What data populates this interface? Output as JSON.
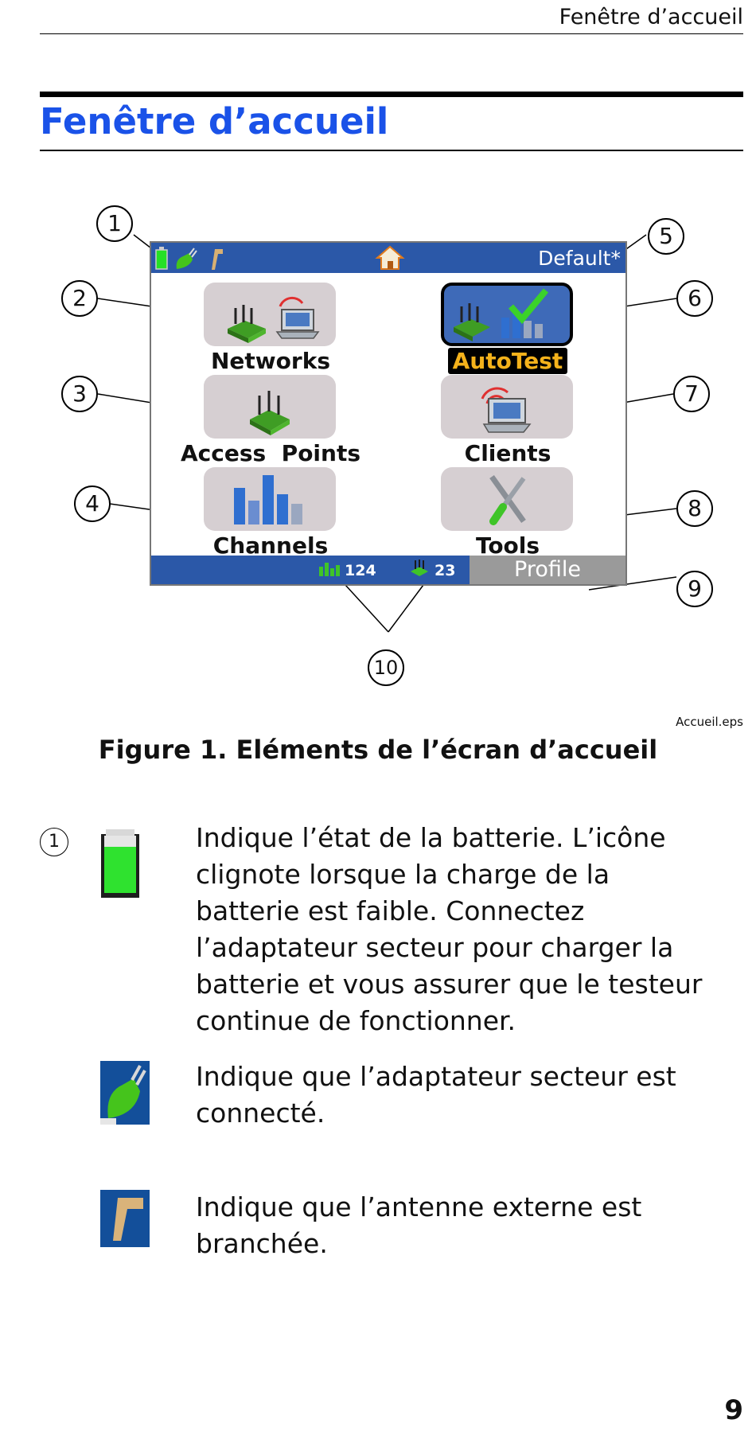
{
  "running_header": "Fenêtre d’accueil",
  "section_title": "Fenêtre d’accueil",
  "figure": {
    "screen": {
      "profile_name": "Default*",
      "tiles": [
        {
          "label": "Networks"
        },
        {
          "label": "AutoTest"
        },
        {
          "label": "Access  Points"
        },
        {
          "label": "Clients"
        },
        {
          "label": "Channels"
        },
        {
          "label": "Tools"
        }
      ],
      "channel_count": "124",
      "ap_count": "23",
      "profile_button": "Profile"
    },
    "callouts": [
      "1",
      "2",
      "3",
      "4",
      "5",
      "6",
      "7",
      "8",
      "9",
      "10"
    ],
    "file_name": "Accueil.eps",
    "caption": "Figure 1. Eléments de l’écran d’accueil"
  },
  "items": [
    {
      "number": "1",
      "icon": "battery-icon",
      "text": "Indique l’état de la batterie. L’icône clignote lorsque la charge de la batterie est faible. Connectez l’adaptateur secteur pour charger la batterie et vous assurer que le testeur continue de fonctionner."
    },
    {
      "icon": "ac-adapter-icon",
      "text": "Indique que l’adaptateur secteur est connecté."
    },
    {
      "icon": "external-antenna-icon",
      "text": "Indique que l’antenne externe est branchée."
    }
  ],
  "page_number": "9",
  "colors": {
    "accent": "#1a52e8",
    "bar": "#2b58a8",
    "selected_label": "#f4b21b"
  }
}
